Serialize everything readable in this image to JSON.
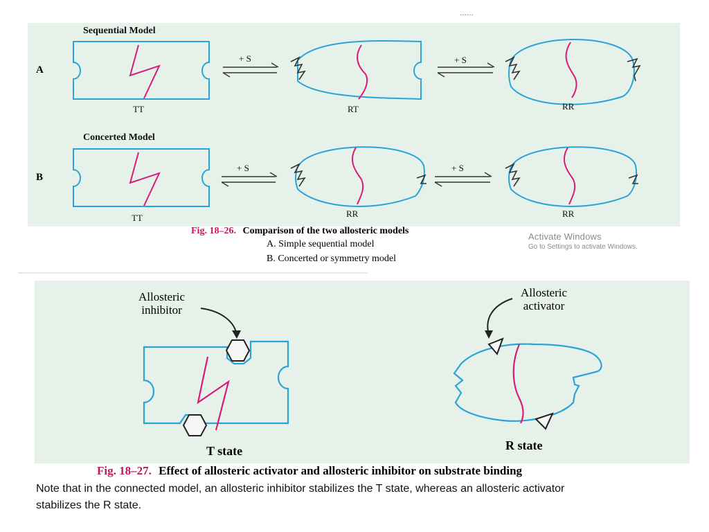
{
  "top_dots": "……",
  "figure1": {
    "sequential_title": "Sequential Model",
    "concerted_title": "Concerted Model",
    "row_a": "A",
    "row_b": "B",
    "plus_s": "+ S",
    "labels_a": [
      "TT",
      "RT",
      "RR"
    ],
    "labels_b": [
      "TT",
      "RR",
      "RR"
    ],
    "caption_number": "Fig. 18–26.",
    "caption_title": "Comparison of the two allosteric models",
    "caption_line_a": "A. Simple sequential model",
    "caption_line_b": "B. Concerted or symmetry model"
  },
  "watermark": {
    "title": "Activate Windows",
    "subtitle": "Go to Settings to activate Windows."
  },
  "figure2": {
    "inhibitor_label_line1": "Allosteric",
    "inhibitor_label_line2": "inhibitor",
    "activator_label_line1": "Allosteric",
    "activator_label_line2": "activator",
    "t_state": "T state",
    "r_state": "R state",
    "caption_number": "Fig. 18–27.",
    "caption_title": "Effect of allosteric activator and allosteric inhibitor on substrate binding",
    "note_line1": "Note that in the connected model, an allosteric inhibitor stabilizes the T state, whereas an allosteric activator",
    "note_line2": "stabilizes the R state."
  },
  "colors": {
    "panel_bg": "#e5f1e9",
    "outline_blue": "#2aa4d8",
    "line_magenta": "#d81b7a",
    "caption_red": "#c2185b"
  }
}
